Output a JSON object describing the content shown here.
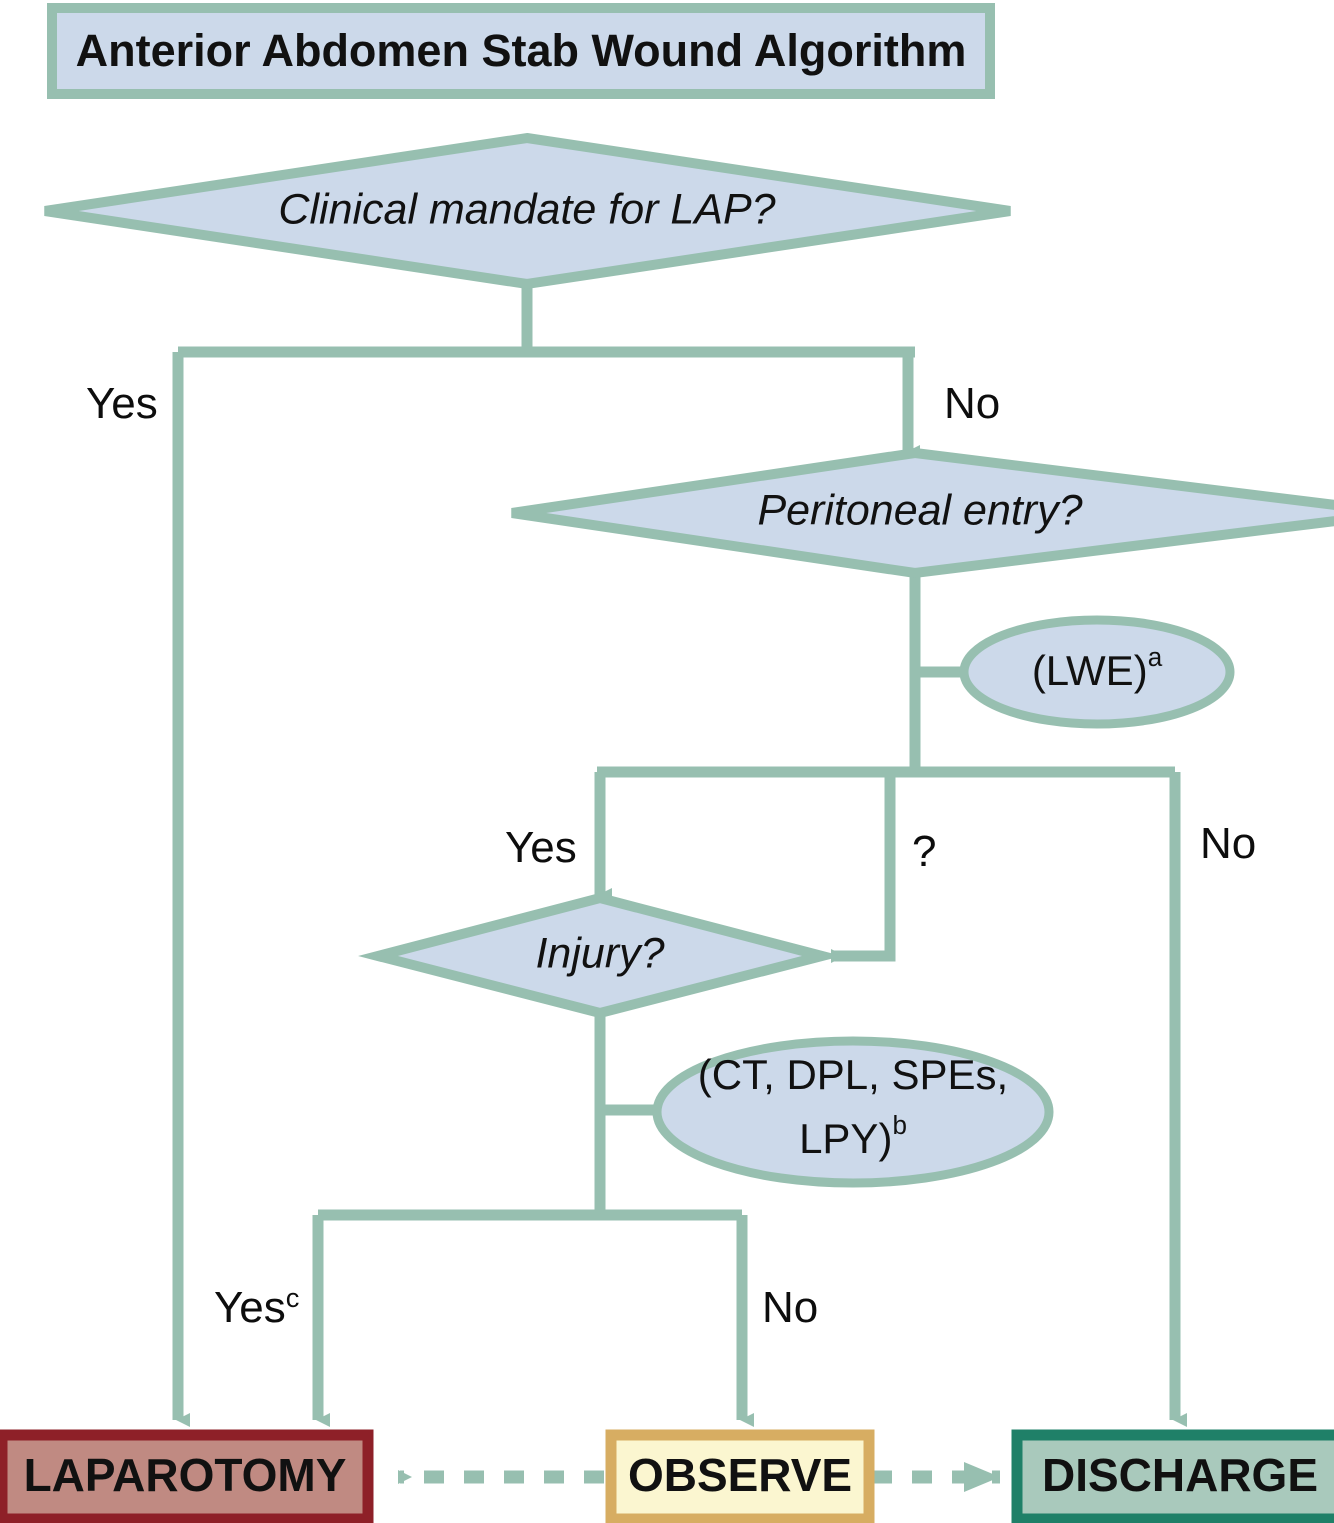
{
  "title": {
    "text": "Anterior Abdomen Stab Wound Algorithm",
    "fill": "#ccd9ea",
    "border": "#97bfb0"
  },
  "palette": {
    "connector": "#97bfb0",
    "decision_fill": "#ccd9ea",
    "decision_border": "#97bfb0",
    "ellipse_fill": "#ccd9ea",
    "ellipse_border": "#97bfb0",
    "laparotomy_fill": "#c08a82",
    "laparotomy_border": "#8e2028",
    "observe_fill": "#fbf6d0",
    "observe_border": "#d7ad62",
    "discharge_fill": "#a9c9bc",
    "discharge_border": "#1f8068",
    "text": "#111111"
  },
  "decisions": {
    "clinical_mandate": "Clinical mandate for LAP?",
    "peritoneal_entry": "Peritoneal entry?",
    "injury": "Injury?"
  },
  "ellipses": {
    "lwe": {
      "text": "(LWE)",
      "superscript": "a"
    },
    "workup": {
      "line1": "(CT, DPL, SPEs,",
      "line2": "LPY)",
      "superscript": "b"
    }
  },
  "edge_labels": {
    "mandate_yes": "Yes",
    "mandate_no": "No",
    "peritoneal_yes": "Yes",
    "peritoneal_unknown": "?",
    "peritoneal_no": "No",
    "injury_yes": "Yes",
    "injury_yes_superscript": "c",
    "injury_no": "No"
  },
  "terminals": {
    "laparotomy": "LAPAROTOMY",
    "observe": "OBSERVE",
    "discharge": "DISCHARGE"
  }
}
